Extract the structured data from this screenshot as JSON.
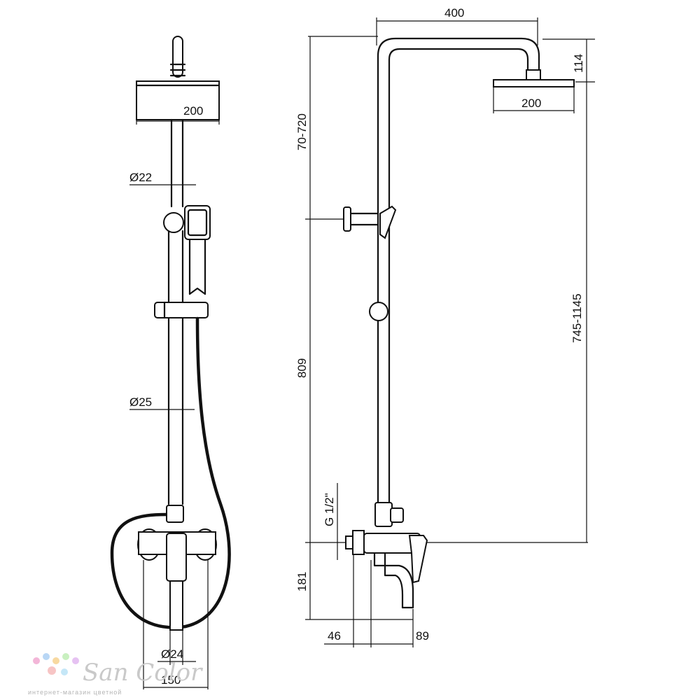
{
  "dimensions": {
    "front_head_width": "200",
    "pipe_top_diameter": "Ø22",
    "pipe_bottom_diameter": "Ø25",
    "spout_diameter": "Ø24",
    "mixer_width": "150",
    "side_arm_length": "400",
    "side_head_height": "114",
    "side_head_width": "200",
    "height_adjust": "70-720",
    "rail_height": "809",
    "total_range": "745-1145",
    "thread": "G 1/2\"",
    "mixer_to_spout": "181",
    "wall_offset": "46",
    "spout_reach": "89"
  },
  "watermark": {
    "brand": "San Color",
    "tagline": "интернет-магазин цветной"
  },
  "colors": {
    "line": "#111111",
    "background": "#ffffff",
    "watermark": "#c9c9c9"
  }
}
